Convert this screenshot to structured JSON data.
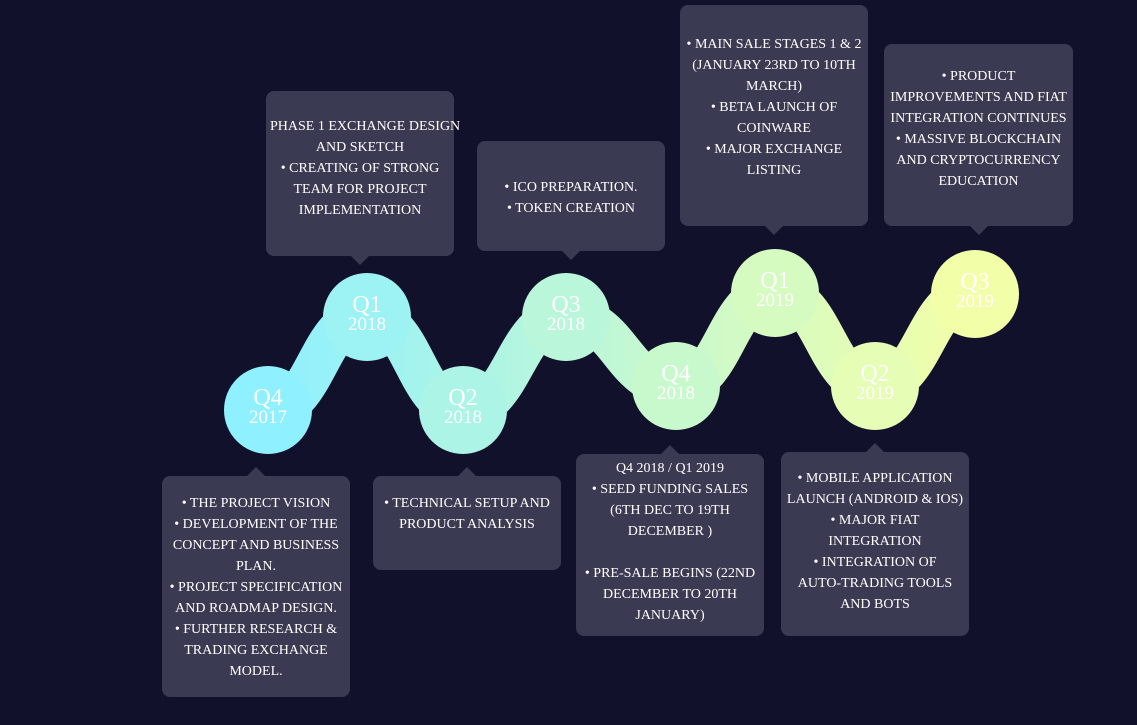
{
  "colors": {
    "background": "#11112b",
    "box": "#3a3a52",
    "track_start": "#8ff0ff",
    "track_end": "#f3ffa8",
    "node_top": "#6a1a8a",
    "node_bottom": "#3b4fd6"
  },
  "milestones": [
    {
      "quarter": "Q4",
      "year": "2017"
    },
    {
      "quarter": "Q1",
      "year": "2018"
    },
    {
      "quarter": "Q2",
      "year": "2018"
    },
    {
      "quarter": "Q3",
      "year": "2018"
    },
    {
      "quarter": "Q4",
      "year": "2018"
    },
    {
      "quarter": "Q1",
      "year": "2019"
    },
    {
      "quarter": "Q2",
      "year": "2019"
    },
    {
      "quarter": "Q3",
      "year": "2019"
    }
  ],
  "boxes": [
    {
      "lines": [
        "• THE PROJECT VISION",
        "• DEVELOPMENT OF THE",
        "CONCEPT AND BUSINESS",
        "PLAN.",
        "• PROJECT SPECIFICATION",
        "AND ROADMAP DESIGN.",
        "• FURTHER RESEARCH &",
        "TRADING EXCHANGE",
        "MODEL."
      ]
    },
    {
      "lines": [
        "PHASE 1 EXCHANGE DESIGN",
        "AND SKETCH",
        "• CREATING OF STRONG",
        "TEAM FOR PROJECT",
        "IMPLEMENTATION"
      ]
    },
    {
      "lines": [
        "• TECHNICAL SETUP AND",
        "PRODUCT ANALYSIS"
      ]
    },
    {
      "lines": [
        "• ICO PREPARATION.",
        "• TOKEN CREATION"
      ]
    },
    {
      "lines": [
        "Q4 2018 / Q1 2019",
        "• SEED FUNDING SALES",
        "(6TH DEC TO 19TH",
        "DECEMBER )",
        "",
        "• PRE-SALE BEGINS (22ND",
        "DECEMBER TO 20TH",
        "JANUARY)"
      ]
    },
    {
      "lines": [
        "• MAIN SALE STAGES 1 & 2",
        "(JANUARY 23RD TO 10TH",
        "MARCH)",
        "• BETA LAUNCH OF",
        "COINWARE",
        "• MAJOR EXCHANGE",
        "LISTING"
      ]
    },
    {
      "lines": [
        "• MOBILE APPLICATION",
        "LAUNCH (ANDROID & IOS)",
        "• MAJOR FIAT",
        "INTEGRATION",
        "• INTEGRATION OF",
        "AUTO-TRADING TOOLS",
        "AND BOTS"
      ]
    },
    {
      "lines": [
        "• PRODUCT",
        "IMPROVEMENTS AND FIAT",
        "INTEGRATION CONTINUES",
        "• MASSIVE BLOCKCHAIN",
        "AND CRYPTOCURRENCY",
        "EDUCATION"
      ]
    }
  ]
}
